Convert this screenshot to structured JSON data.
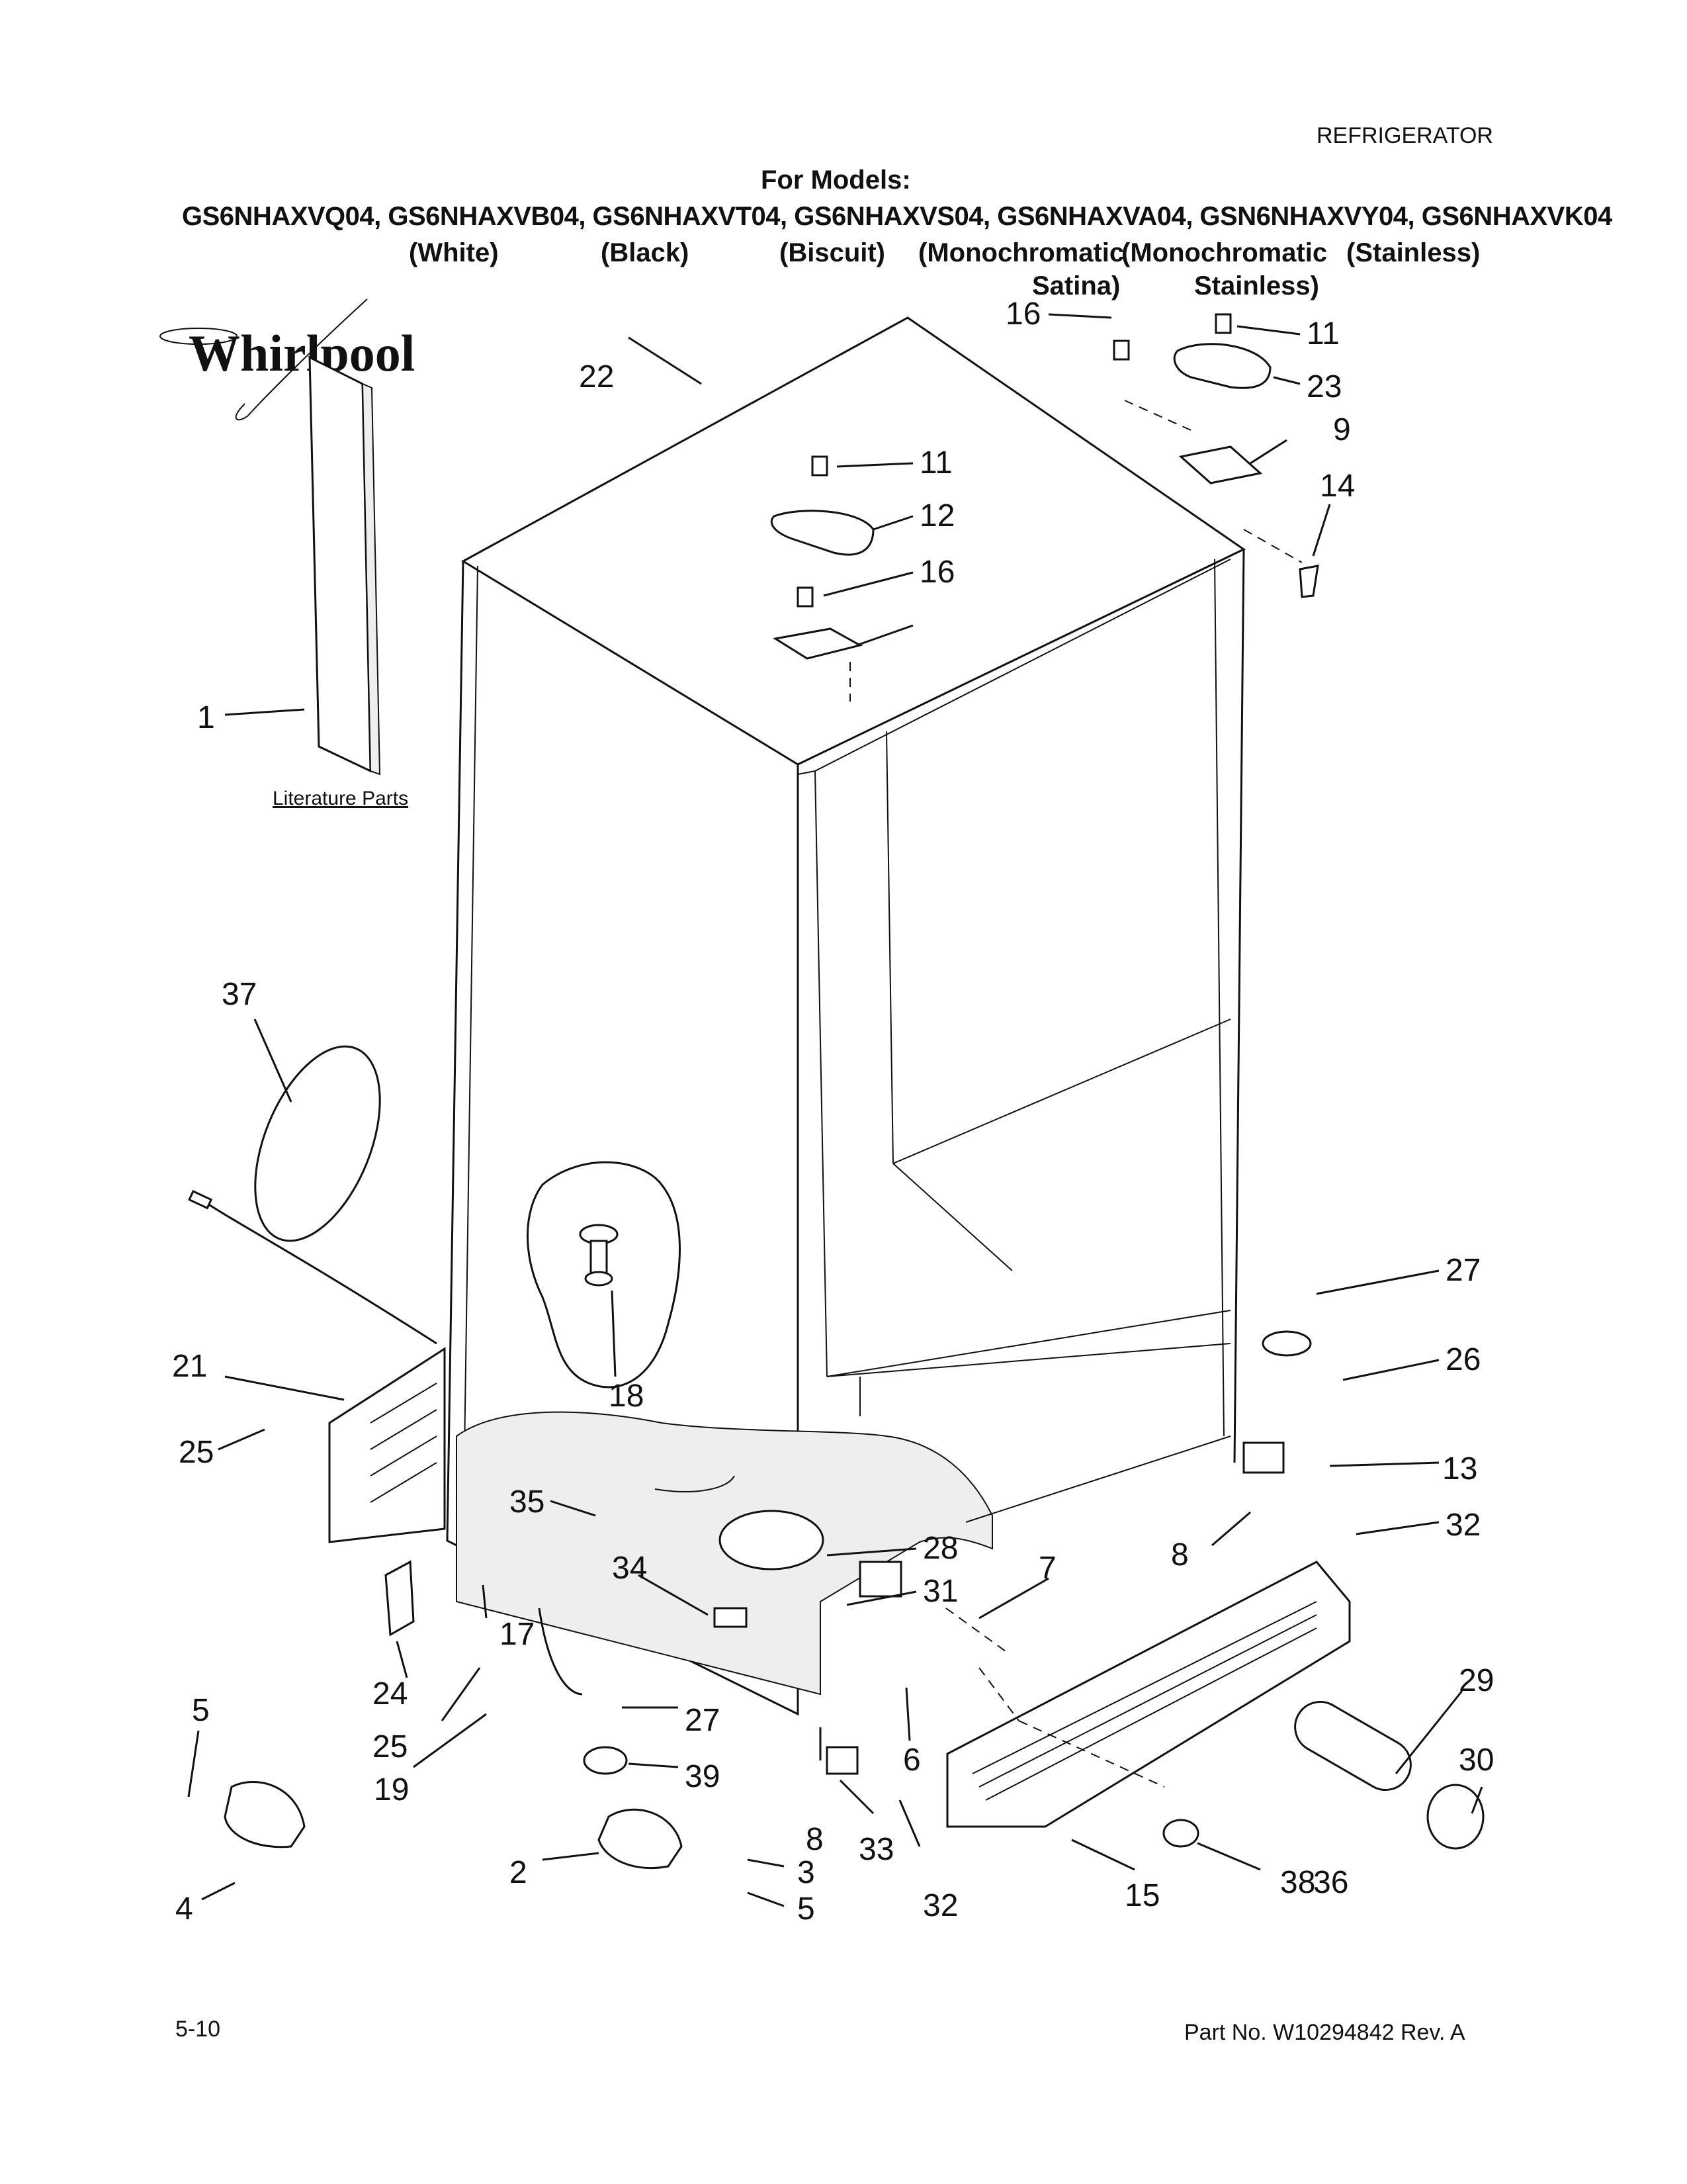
{
  "header": {
    "category": "REFRIGERATOR",
    "for_models_label": "For Models:",
    "models": "GS6NHAXVQ04, GS6NHAXVB04, GS6NHAXVT04, GS6NHAXVS04, GS6NHAXVA04, GSN6NHAXVY04, GS6NHAXVK04",
    "colors": {
      "white": "(White)",
      "black": "(Black)",
      "biscuit": "(Biscuit)",
      "mono_satina_1": "(Monochromatic",
      "mono_satina_2": "Satina)",
      "mono_stainless_1": "(Monochromatic",
      "mono_stainless_2": "Stainless)",
      "stainless": "(Stainless)"
    }
  },
  "logo": {
    "brand": "Whirlpool"
  },
  "literature_label": "Literature Parts",
  "callouts": [
    {
      "id": "c1",
      "text": "1"
    },
    {
      "id": "c2",
      "text": "2"
    },
    {
      "id": "c3",
      "text": "3"
    },
    {
      "id": "c4",
      "text": "4"
    },
    {
      "id": "c5a",
      "text": "5"
    },
    {
      "id": "c5b",
      "text": "5"
    },
    {
      "id": "c6",
      "text": "6"
    },
    {
      "id": "c7",
      "text": "7"
    },
    {
      "id": "c8a",
      "text": "8"
    },
    {
      "id": "c8b",
      "text": "8"
    },
    {
      "id": "c9",
      "text": "9"
    },
    {
      "id": "c11a",
      "text": "11"
    },
    {
      "id": "c11b",
      "text": "11"
    },
    {
      "id": "c12",
      "text": "12"
    },
    {
      "id": "c13",
      "text": "13"
    },
    {
      "id": "c14",
      "text": "14"
    },
    {
      "id": "c15",
      "text": "15"
    },
    {
      "id": "c16a",
      "text": "16"
    },
    {
      "id": "c16b",
      "text": "16"
    },
    {
      "id": "c17",
      "text": "17"
    },
    {
      "id": "c18",
      "text": "18"
    },
    {
      "id": "c19",
      "text": "19"
    },
    {
      "id": "c21",
      "text": "21"
    },
    {
      "id": "c22",
      "text": "22"
    },
    {
      "id": "c23",
      "text": "23"
    },
    {
      "id": "c24",
      "text": "24"
    },
    {
      "id": "c25a",
      "text": "25"
    },
    {
      "id": "c25b",
      "text": "25"
    },
    {
      "id": "c26",
      "text": "26"
    },
    {
      "id": "c27a",
      "text": "27"
    },
    {
      "id": "c27b",
      "text": "27"
    },
    {
      "id": "c28",
      "text": "28"
    },
    {
      "id": "c29",
      "text": "29"
    },
    {
      "id": "c30",
      "text": "30"
    },
    {
      "id": "c31",
      "text": "31"
    },
    {
      "id": "c32a",
      "text": "32"
    },
    {
      "id": "c32b",
      "text": "32"
    },
    {
      "id": "c33",
      "text": "33"
    },
    {
      "id": "c34",
      "text": "34"
    },
    {
      "id": "c35",
      "text": "35"
    },
    {
      "id": "c36",
      "text": "36"
    },
    {
      "id": "c37",
      "text": "37"
    },
    {
      "id": "c38",
      "text": "38"
    },
    {
      "id": "c39",
      "text": "39"
    }
  ],
  "footer": {
    "page_number": "5-10",
    "part_number": "Part No. W10294842 Rev. A"
  }
}
